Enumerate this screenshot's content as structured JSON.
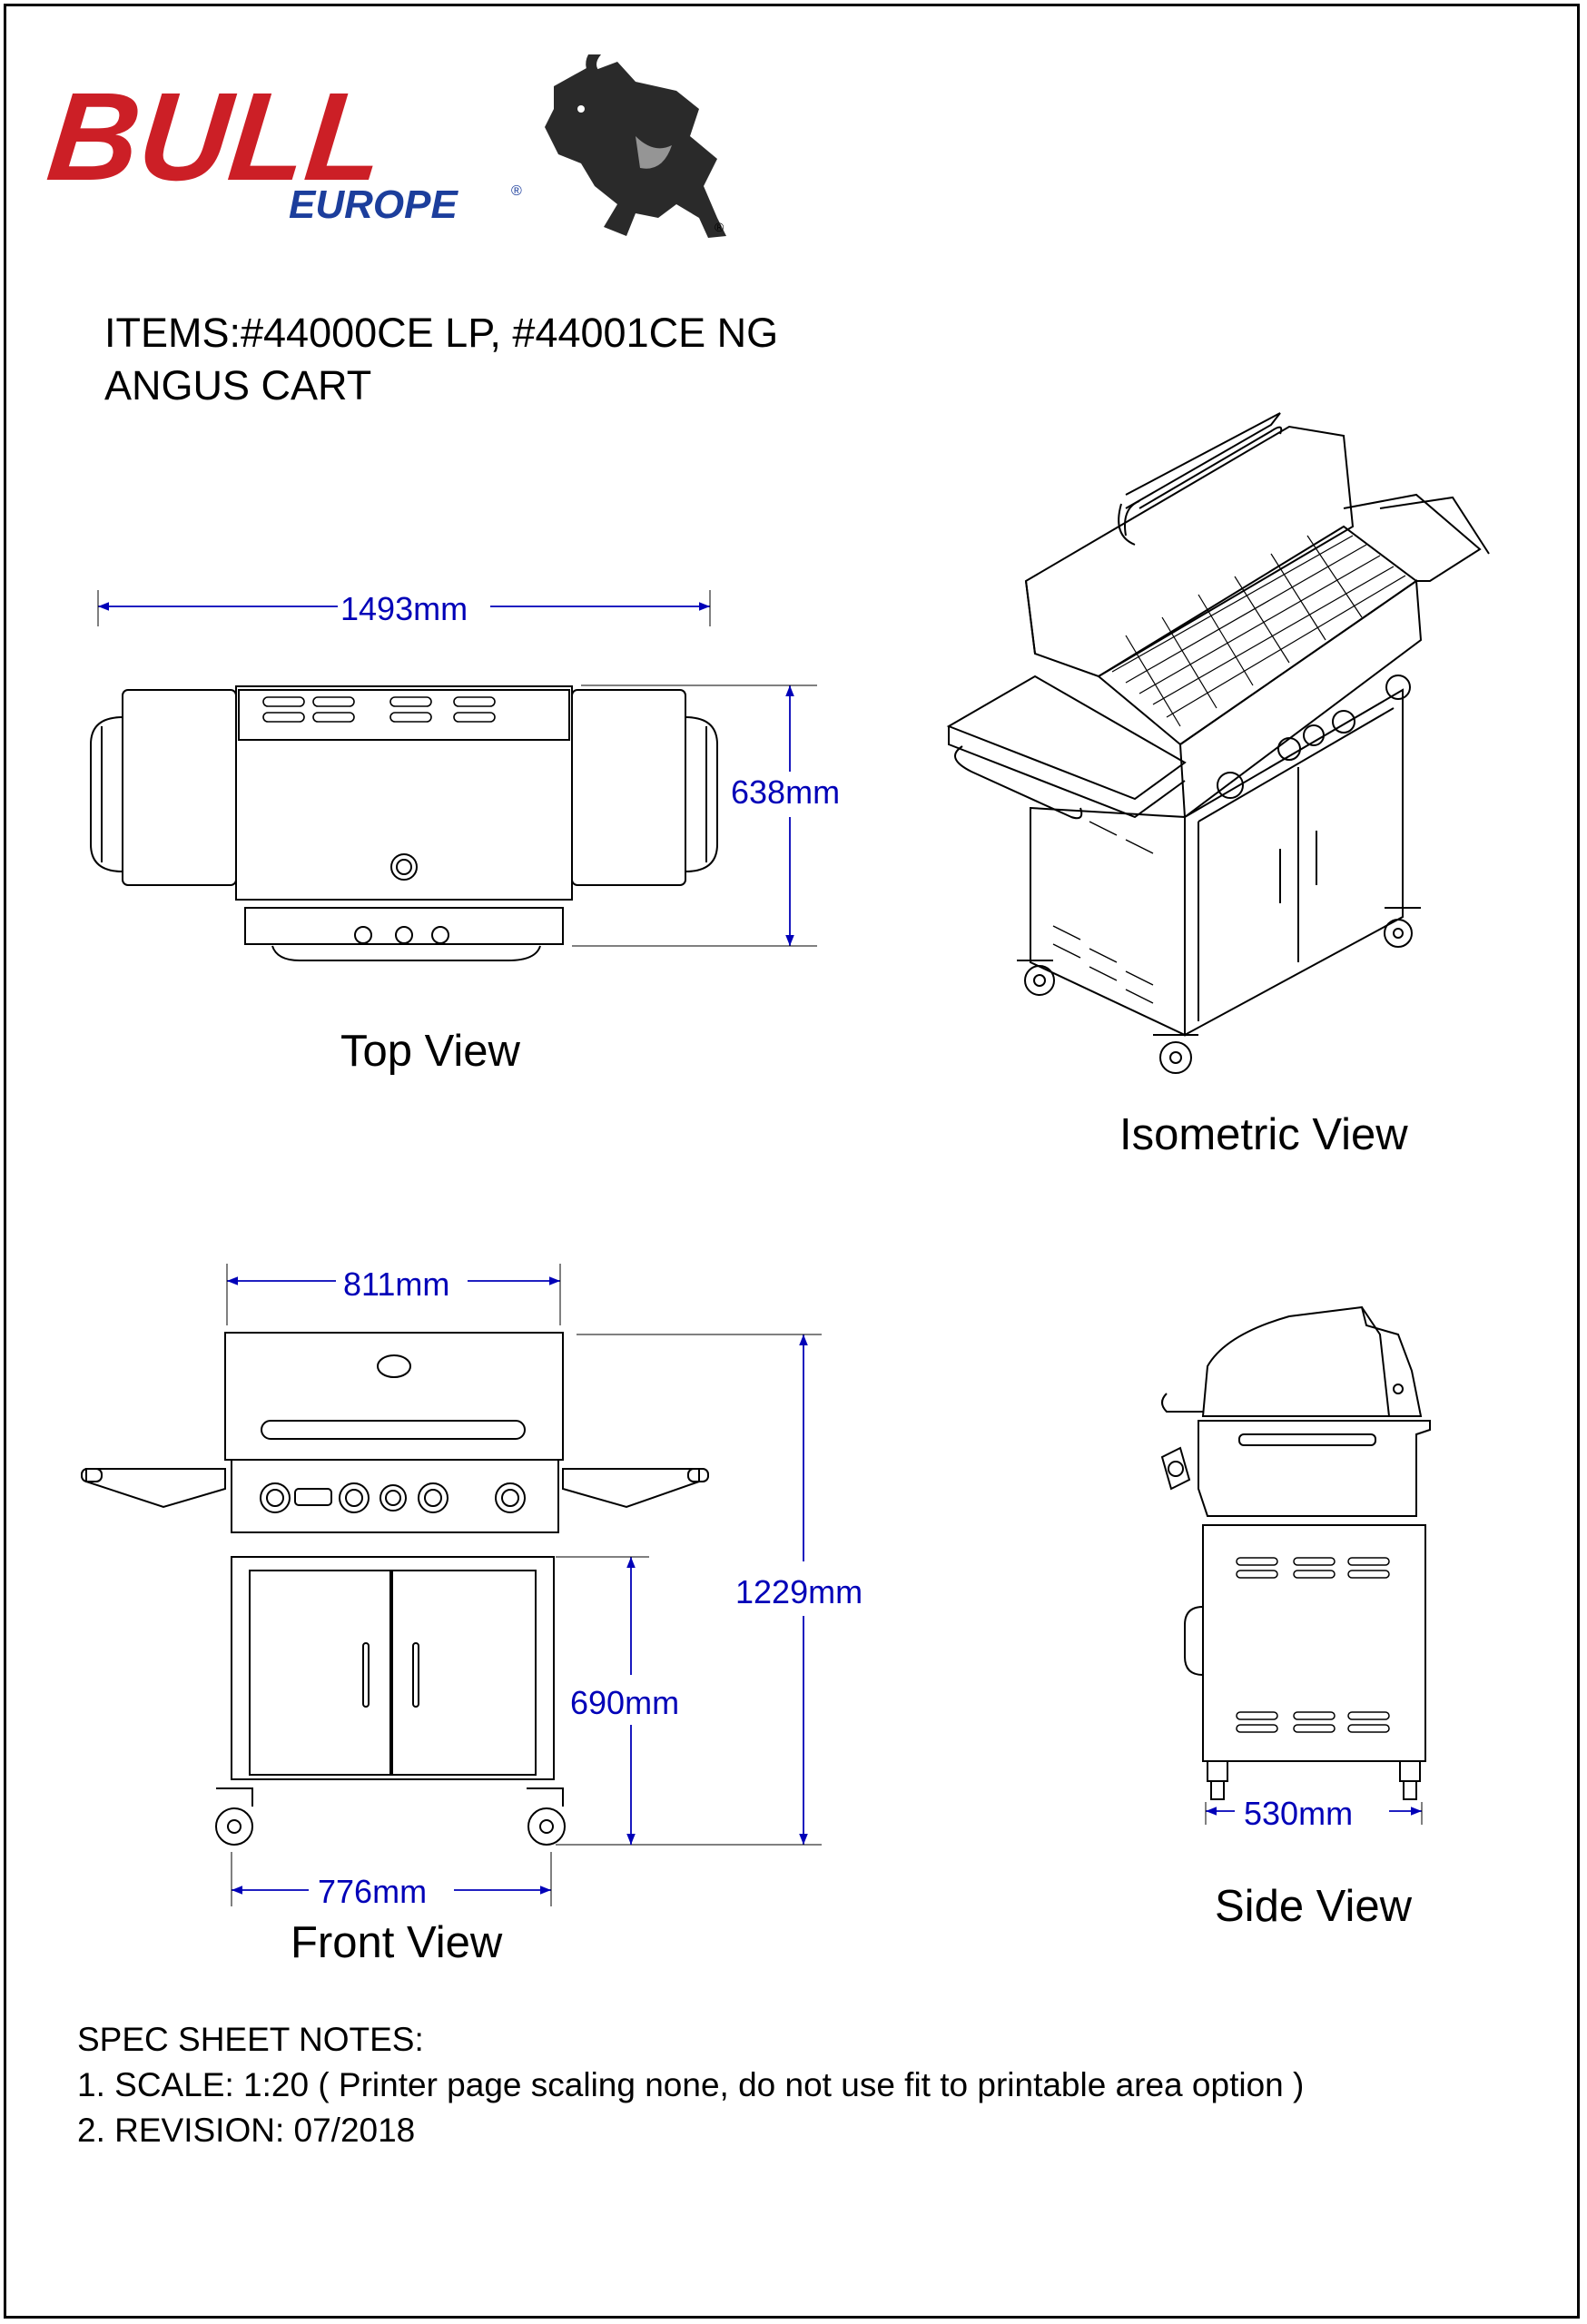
{
  "header": {
    "brand_main": "BULL",
    "brand_sub": "EUROPE",
    "brand_mark": "®",
    "items_line": "ITEMS:#44000CE LP, #44001CE NG",
    "product_name": "ANGUS CART"
  },
  "views": {
    "top": {
      "caption": "Top View",
      "width_value": "1493",
      "width_unit": "mm",
      "depth_value": "638",
      "depth_unit": "mm"
    },
    "isometric": {
      "caption": "Isometric View"
    },
    "front": {
      "caption": "Front View",
      "width_value": "811",
      "width_unit": "mm",
      "height_value": "1229",
      "height_unit": "mm",
      "cart_height_value": "690",
      "cart_height_unit": "mm",
      "cart_width_value": "776",
      "cart_width_unit": "mm"
    },
    "side": {
      "caption": "Side View",
      "depth_value": "530",
      "depth_unit": "mm"
    }
  },
  "notes": {
    "title": "SPEC SHEET NOTES:",
    "line1": "1. SCALE: 1:20 (   Printer page scaling none, do not use fit to printable area option )",
    "line2": "2. REVISION: 07/2018"
  },
  "colors": {
    "brand_red": "#cc1f26",
    "brand_blue": "#1c3e9c",
    "dimension_blue": "#0000b8",
    "line": "#000000"
  }
}
